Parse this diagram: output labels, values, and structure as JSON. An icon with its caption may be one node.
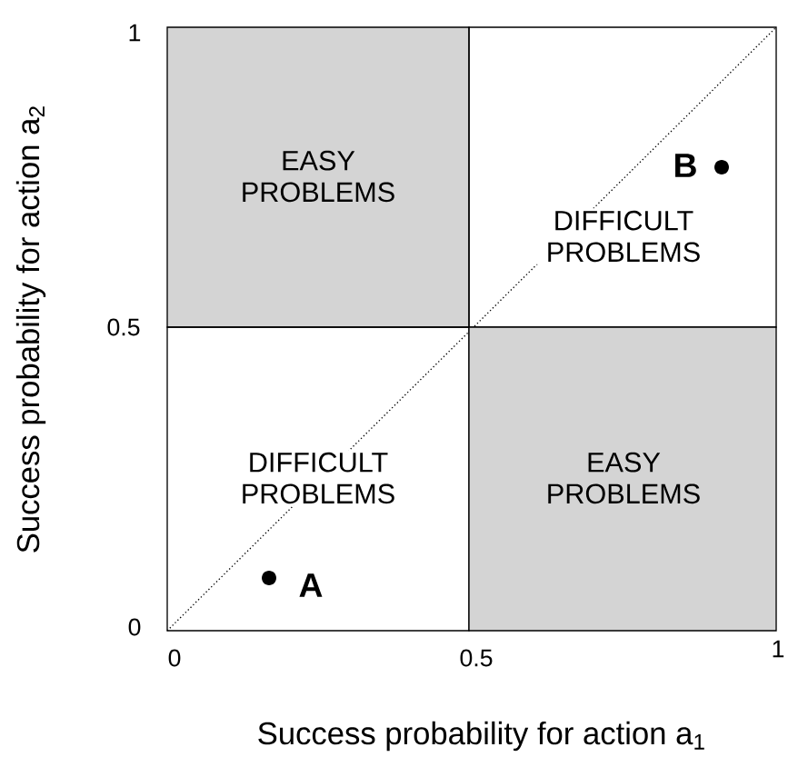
{
  "diagram": {
    "nodes": [
      {
        "text": [
          "EASY PROBLEMS"
        ]
      },
      {
        "text": [
          "DIFFICULT PROBLEMS"
        ]
      },
      {
        "text": [
          "DIFFICULT PROBLEMS"
        ]
      },
      {
        "text": [
          "EASY PROBLEMS"
        ]
      }
    ],
    "labels": [
      "1",
      "B",
      "0.5",
      "A",
      "0",
      "0",
      "0.5",
      "1",
      "Success probability for action a$_{2}$",
      "Success probability for action a$_{1}$"
    ]
  }
}
